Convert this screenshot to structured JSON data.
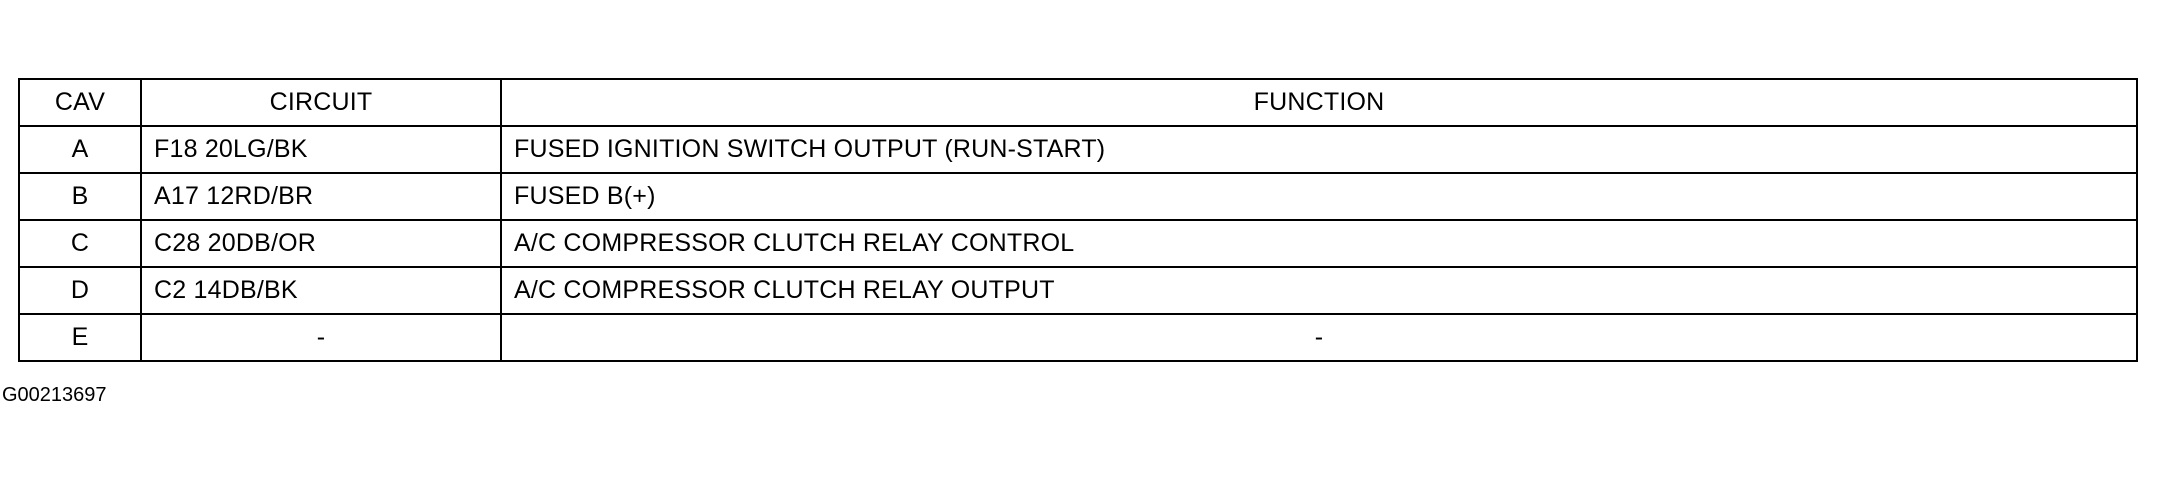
{
  "table": {
    "headers": {
      "cav": "CAV",
      "circuit": "CIRCUIT",
      "function": "FUNCTION"
    },
    "rows": [
      {
        "cav": "A",
        "circuit": "F18 20LG/BK",
        "function": "FUSED IGNITION SWITCH OUTPUT (RUN-START)"
      },
      {
        "cav": "B",
        "circuit": "A17 12RD/BR",
        "function": "FUSED B(+)"
      },
      {
        "cav": "C",
        "circuit": "C28 20DB/OR",
        "function": "A/C COMPRESSOR CLUTCH RELAY CONTROL"
      },
      {
        "cav": "D",
        "circuit": "C2 14DB/BK",
        "function": "A/C COMPRESSOR CLUTCH RELAY OUTPUT"
      },
      {
        "cav": "E",
        "circuit": "-",
        "function": "-"
      }
    ]
  },
  "caption": "G00213697"
}
